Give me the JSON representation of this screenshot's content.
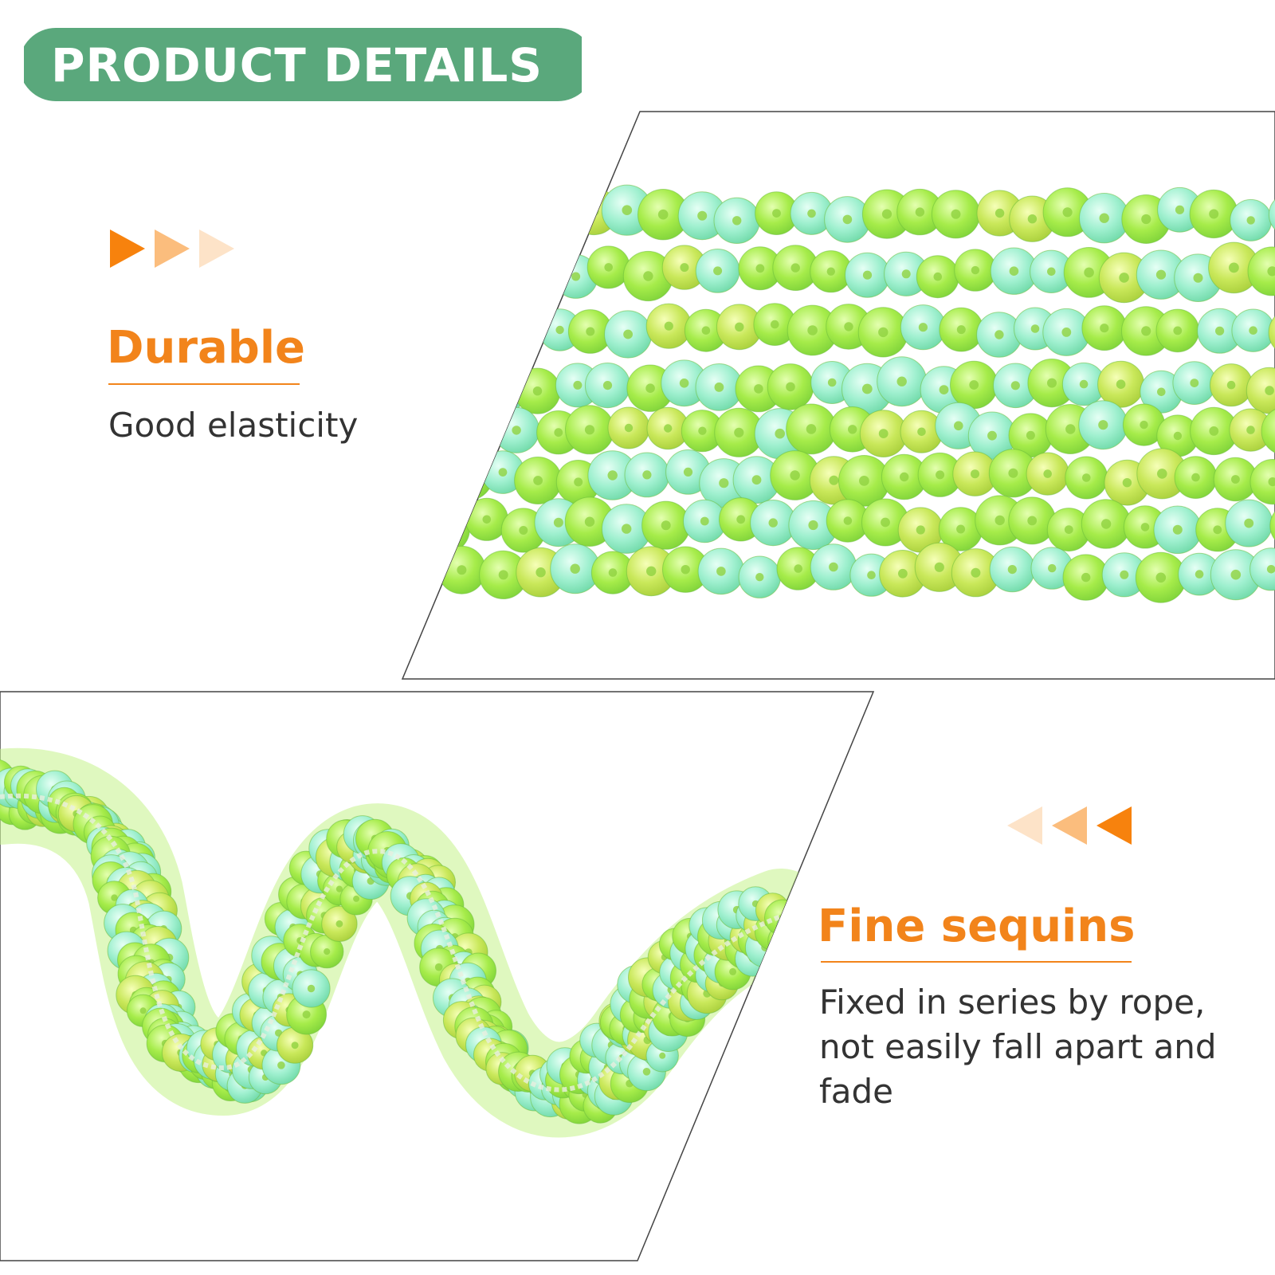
{
  "header": {
    "title": "PRODUCT DETAILS"
  },
  "features": [
    {
      "title": "Durable",
      "description": "Good elasticity"
    },
    {
      "title": "Fine sequins",
      "description": "Fixed in series by rope, not easily fall apart and fade"
    }
  ],
  "colors": {
    "badge_green": "#5aa87c",
    "accent_orange": "#f2841b",
    "sequin_green": "#a6ec4a",
    "sequin_cyan": "#9ff0cf",
    "text_dark": "#333333"
  },
  "icons": {
    "top_arrows": "triangle-right-icon",
    "bottom_arrows": "triangle-left-icon"
  }
}
